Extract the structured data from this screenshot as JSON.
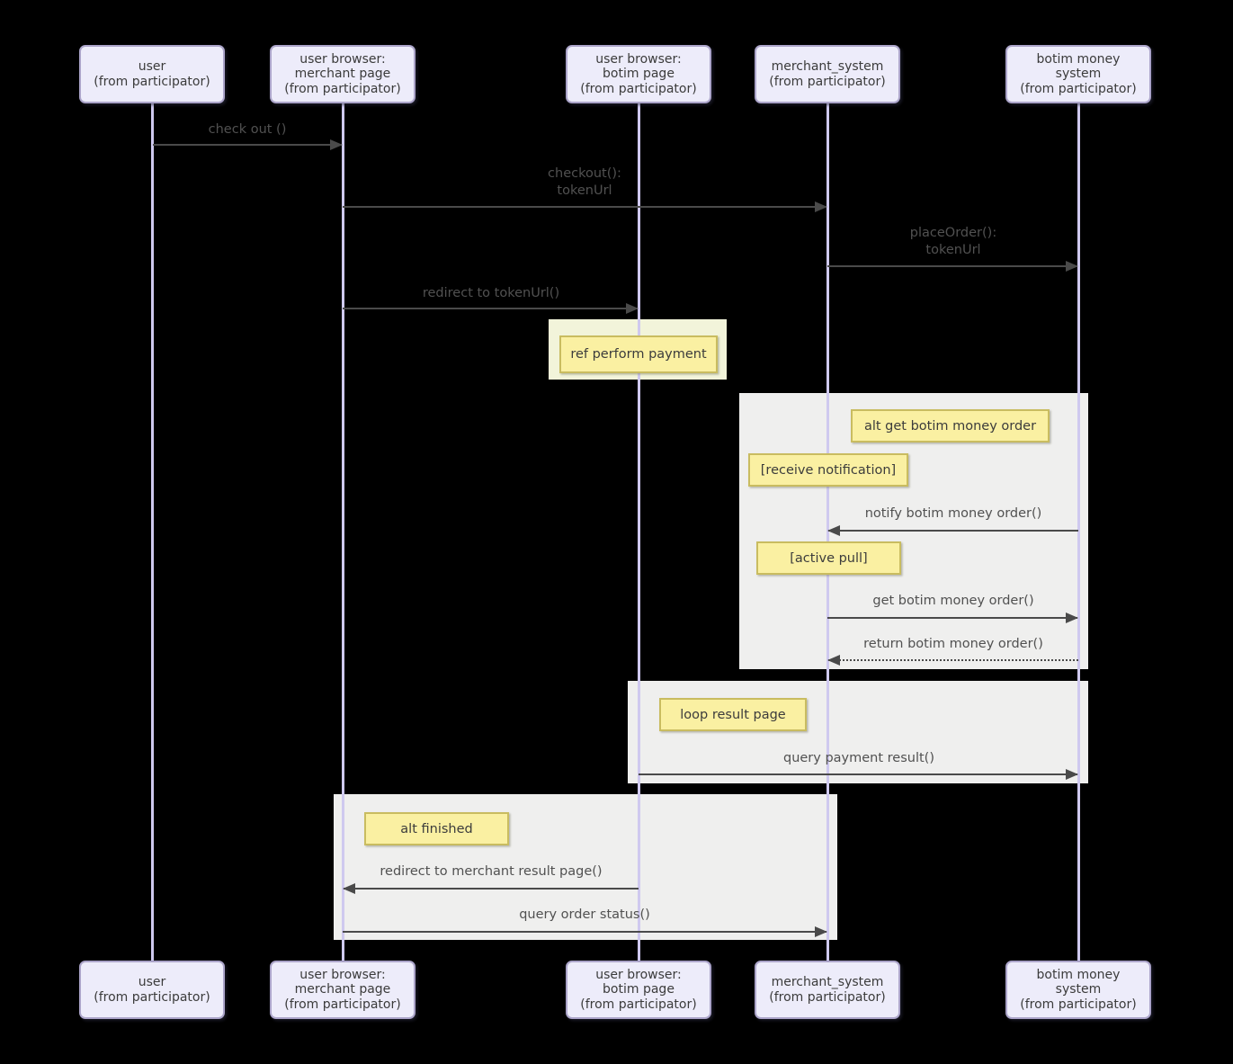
{
  "diagram": {
    "type": "uml-sequence-diagram",
    "colors": {
      "background": "#000000",
      "participant_fill": "#edecfa",
      "participant_border": "#aba4c9",
      "lifeline": "#cfc9ef",
      "arrow": "#4a4a4a",
      "message_text": "#515151",
      "fragment_fill": "#efefee",
      "ref_fill": "#f2f4da",
      "note_fill": "#faf0a2",
      "note_border": "#c9bc60"
    },
    "participants": [
      {
        "id": "user",
        "label": "user\n(from participator)"
      },
      {
        "id": "user-browser-merchant-page",
        "label": "user browser:\nmerchant page\n(from participator)"
      },
      {
        "id": "user-browser-botim-page",
        "label": "user browser:\nbotim page\n(from participator)"
      },
      {
        "id": "merchant-system",
        "label": "merchant_system\n(from participator)"
      },
      {
        "id": "botim-money-system",
        "label": "botim money\nsystem\n(from participator)"
      }
    ],
    "messages": [
      {
        "label": "check out ()",
        "from": "user",
        "to": "user-browser-merchant-page",
        "line": "solid"
      },
      {
        "label": "checkout():\ntokenUrl",
        "from": "user-browser-merchant-page",
        "to": "merchant-system",
        "line": "solid"
      },
      {
        "label": "placeOrder():\ntokenUrl",
        "from": "merchant-system",
        "to": "botim-money-system",
        "line": "solid"
      },
      {
        "label": "redirect to tokenUrl()",
        "from": "user-browser-merchant-page",
        "to": "user-browser-botim-page",
        "line": "solid"
      },
      {
        "label": "notify botim money order()",
        "from": "botim-money-system",
        "to": "merchant-system",
        "line": "solid"
      },
      {
        "label": "get botim money order()",
        "from": "merchant-system",
        "to": "botim-money-system",
        "line": "solid"
      },
      {
        "label": "return botim money order()",
        "from": "botim-money-system",
        "to": "merchant-system",
        "line": "dotted"
      },
      {
        "label": "query payment result()",
        "from": "user-browser-botim-page",
        "to": "botim-money-system",
        "line": "solid"
      },
      {
        "label": "redirect to merchant result page()",
        "from": "user-browser-botim-page",
        "to": "user-browser-merchant-page",
        "line": "solid"
      },
      {
        "label": "query order status()",
        "from": "user-browser-merchant-page",
        "to": "merchant-system",
        "line": "solid"
      }
    ],
    "fragments": [
      {
        "type": "ref",
        "label": "ref perform payment"
      },
      {
        "type": "alt",
        "label": "alt get botim money order",
        "guard1": "[receive notification]",
        "guard2": "[active pull]"
      },
      {
        "type": "loop",
        "label": "loop result page"
      },
      {
        "type": "alt",
        "label": "alt finished"
      }
    ]
  }
}
